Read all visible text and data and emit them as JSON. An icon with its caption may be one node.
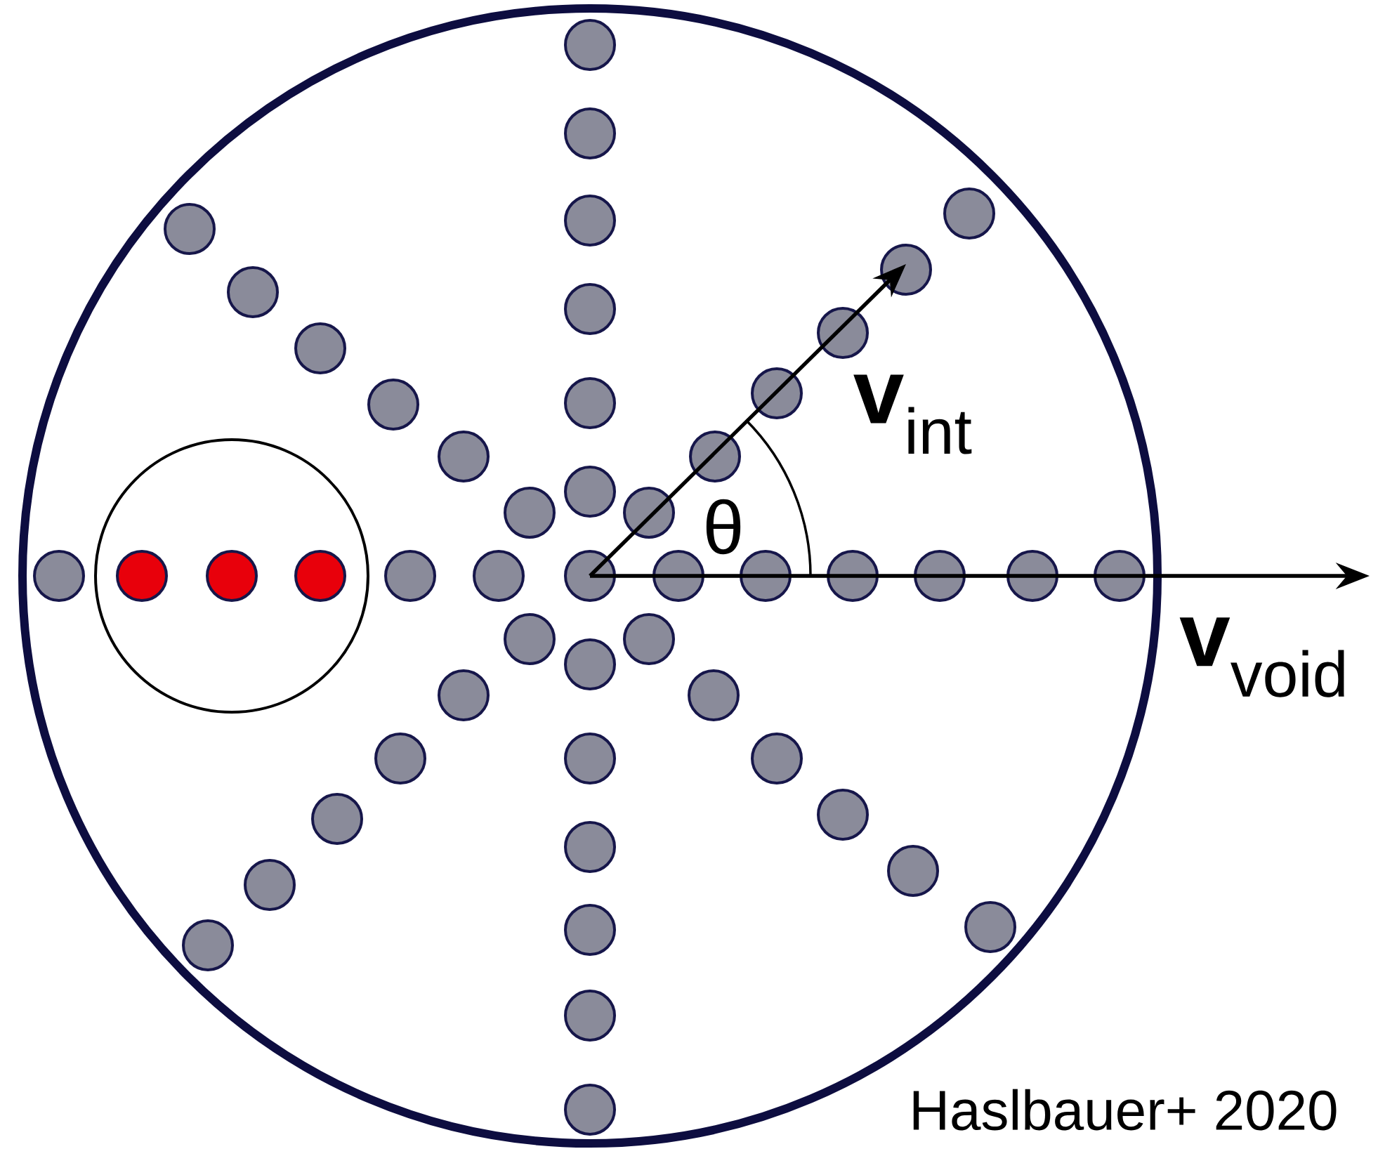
{
  "diagram": {
    "labels": [
      "**v**$_{int}$",
      "θ",
      "**v**$_{void}$",
      "Haslbauer+ 2020"
    ]
  }
}
